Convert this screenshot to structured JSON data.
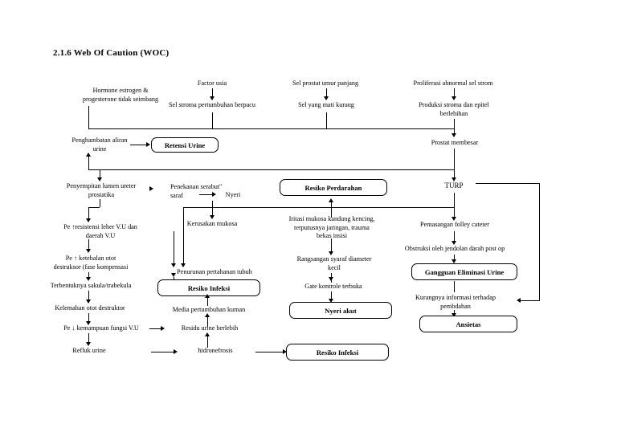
{
  "document": {
    "title": "2.1.6 Web Of Caution (WOC)"
  },
  "diagram": {
    "type": "flowchart",
    "nodes": {
      "hormone_imbalance": "Hormone estrogen &\nprogesterone tidak seimbang",
      "factor_usia": "Factor usia",
      "sel_stroma_berpacu": "Sel stroma pertumbuhan berpacu",
      "sel_prostat_umur_panjang": "Sel prostat umur panjang",
      "sel_mati_kurang": "Sel yang mati kurang",
      "proliferasi_abnormal": "Proliferasi abnormal sel strom",
      "produksi_stroma_epitel": "Produksi stroma dan epitel\nberlebihan",
      "penghambatan_aliran": "Penghambatan aliran\nurine",
      "retensi_urine": "Retensi Urine",
      "prostat_membesar": "Prostat membesar",
      "penyempitan_lumen": "Penyempitan lumen ureter\nprostatika",
      "penekanan_serabut": "Penekanan serabut''\nsaraf",
      "nyeri": "Nyeri",
      "resiko_perdarahan": "Resiko Perdarahan",
      "turp": "TURP",
      "pe_resistensi": "Pe ↑resistensi leher V.U dan\ndaerah V.U",
      "kerusakan_mukosa": "Kerusakan mukosa",
      "iritasi_mukosa": "Iritasi mukosa kandung kencing,\nterputusnya jaringan, trauma\nbekas insisi",
      "pemasangan_folley": "Pemasangan folley cateter",
      "pe_ketebalan": "Pe ↑ ketebalan otot\ndestruksor (fase kompensasi",
      "obstruksi_jendolan": "Obstruksi oleh jendolan darah post op",
      "penurunan_pertahanan": "Penurunan pertahanan tubuh",
      "rangsangan_syaraf": "Rangsangan syaraf diameter\nkecil",
      "terbentuknya_sakula": "Terbentuknya sakula/trabekula",
      "resiko_infeksi_mid": "Resiko Infeksi",
      "gangguan_eliminasi": "Gangguan Eliminasi Urine",
      "kelemahan_otot": "Kelemahan otot destruktor",
      "media_pertumbuhan": "Media pertumbuhan kuman",
      "gate_kontrole": "Gate kontrole terbuka",
      "kurangnya_informasi": "Kurangnya informasi terhadap\npembdahan",
      "pe_kemampuan": "Pe ↓ kemampuan fungsi V.U",
      "residu_urine": "Residu urine berlebih",
      "nyeri_akut": "Nyeri akut",
      "ansietas": "Ansietas",
      "reflук_urine": "Refluk urine",
      "refluk_urine": "Refluk urine",
      "hidronefrosis": "hidronefrosis",
      "resiko_infeksi_bottom": "Resiko Infeksi"
    },
    "colors": {
      "line": "#000000",
      "text": "#000000",
      "background": "#ffffff"
    }
  }
}
